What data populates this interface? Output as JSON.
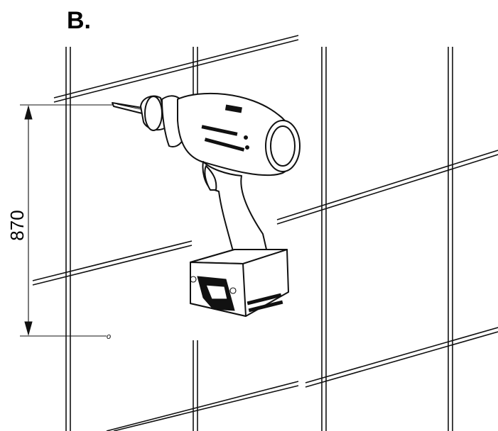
{
  "figure_label": "B.",
  "dimension": {
    "value": "870",
    "top_line": "drill height",
    "bottom_mark": "o"
  },
  "icons": {
    "tool": "cordless-drill-icon",
    "wall": "tiled-wall"
  },
  "colors": {
    "line": "#111111",
    "background": "#ffffff"
  }
}
